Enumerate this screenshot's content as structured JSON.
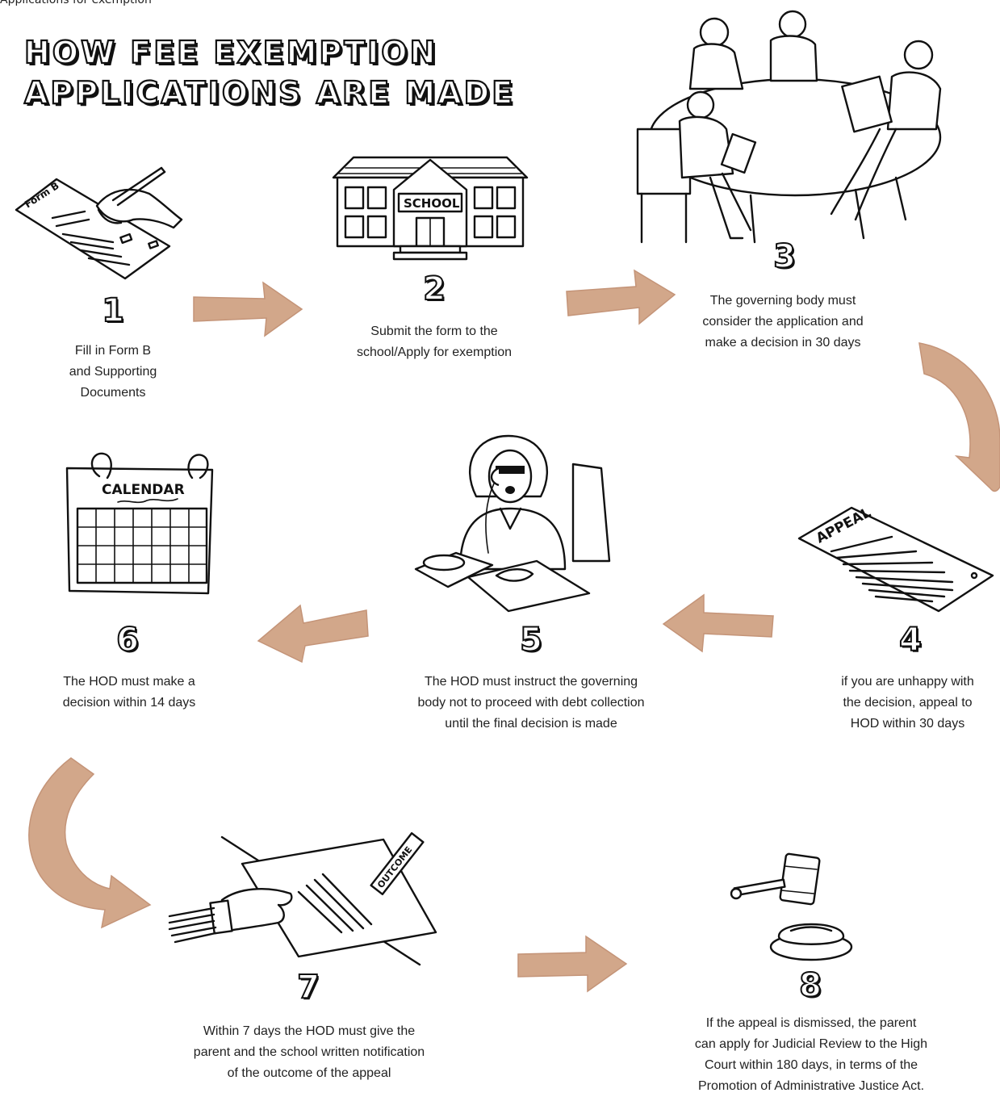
{
  "header": {
    "cut_text": "Applications for exemption"
  },
  "title": {
    "line1": "HOW FEE EXEMPTION",
    "line2": "APPLICATIONS ARE MADE"
  },
  "colors": {
    "arrow": "#d2a78a",
    "ink": "#111111",
    "text": "#222222"
  },
  "steps": [
    {
      "number": "1",
      "caption": "Fill in Form B\nand Supporting\nDocuments",
      "icon": "filling-form-icon",
      "label": "Form B"
    },
    {
      "number": "2",
      "caption": "Submit the form to the\nschool/Apply for exemption",
      "icon": "school-icon",
      "label": "SCHOOL"
    },
    {
      "number": "3",
      "caption": "The governing body must\nconsider the application and\nmake a decision in 30 days",
      "icon": "meeting-icon"
    },
    {
      "number": "4",
      "caption": "if you are unhappy with\nthe decision, appeal to\nHOD within 30 days",
      "icon": "appeal-document-icon",
      "label": "APPEAL"
    },
    {
      "number": "5",
      "caption": "The HOD must instruct the governing\nbody not to proceed with debt collection\nuntil the final decision is made",
      "icon": "woman-on-phone-icon"
    },
    {
      "number": "6",
      "caption": "The HOD must make a\ndecision within 14 days",
      "icon": "calendar-icon",
      "label": "CALENDAR"
    },
    {
      "number": "7",
      "caption": "Within 7 days the HOD must give the\nparent and the school written notification\nof the outcome of the appeal",
      "icon": "outcome-letter-icon",
      "label": "OUTCOME"
    },
    {
      "number": "8",
      "caption": "If the appeal is dismissed, the parent\ncan apply for Judicial Review to the High\nCourt within 180 days, in terms of the\nPromotion of Administrative Justice Act.",
      "icon": "gavel-icon"
    }
  ]
}
